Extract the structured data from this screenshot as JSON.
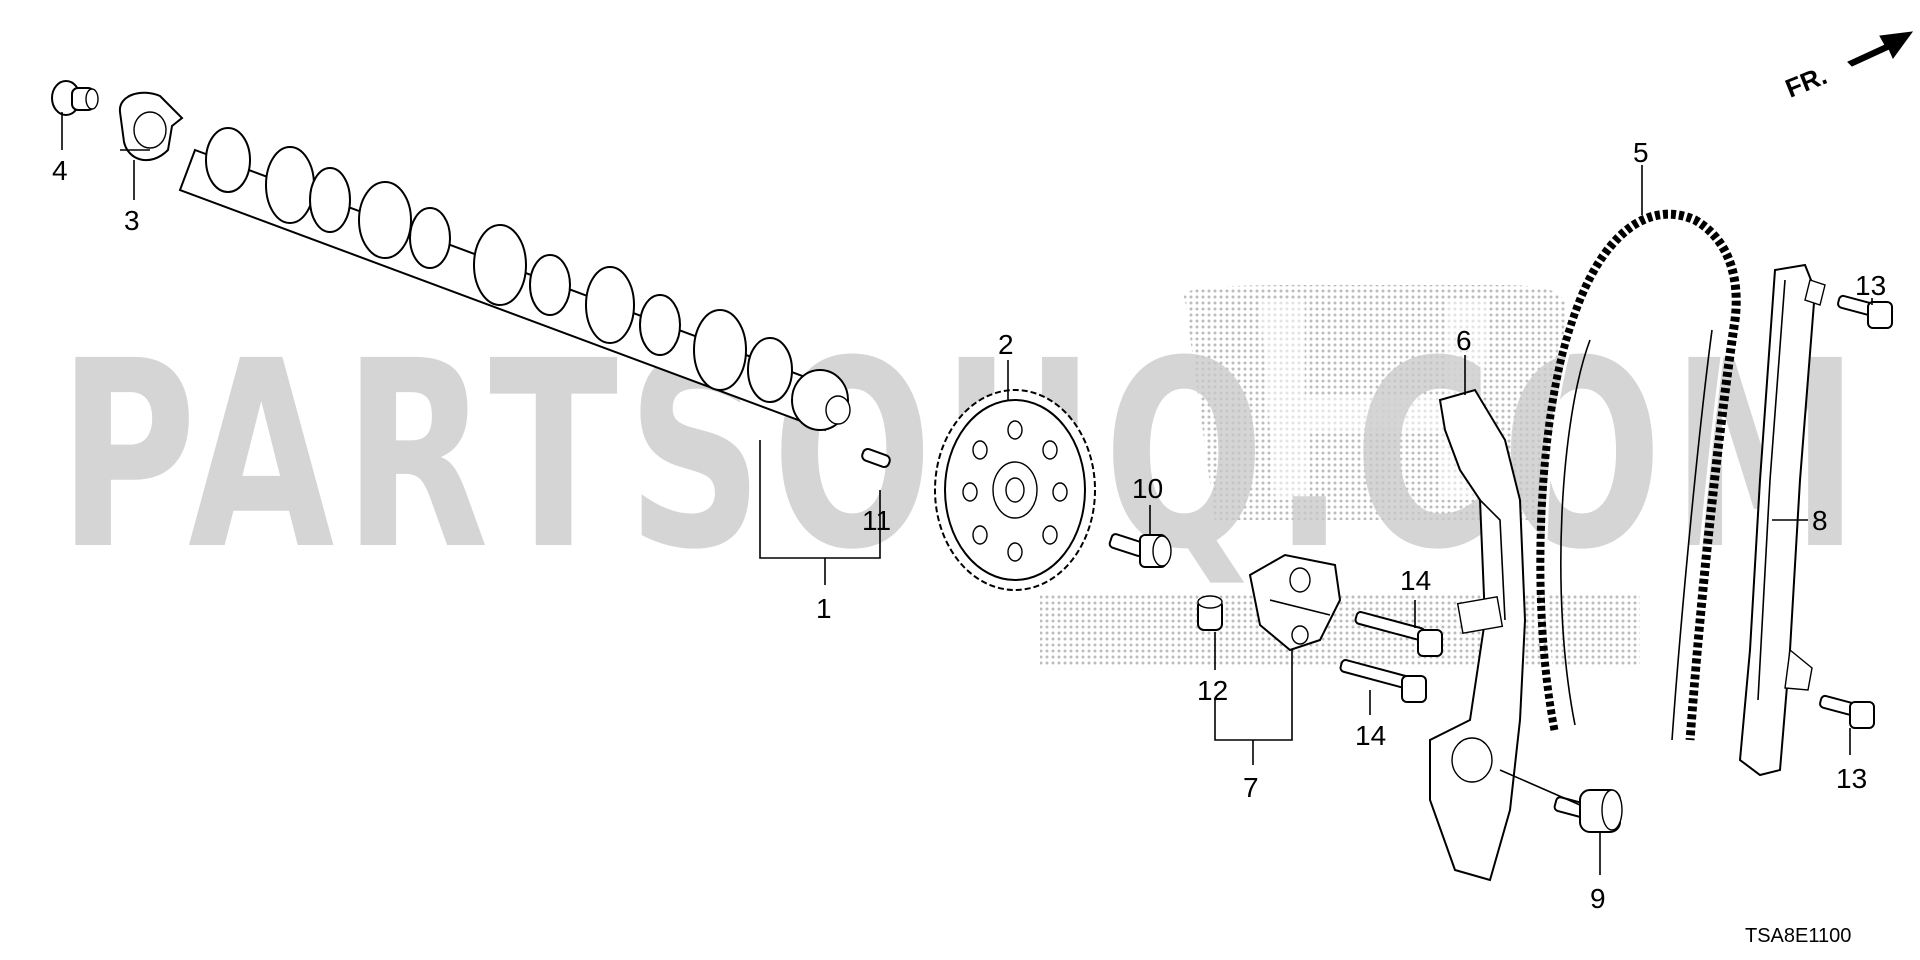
{
  "watermark": {
    "brand_text": "PARTSOUQ.COM"
  },
  "direction_marker": {
    "label": "FR.",
    "icon": "arrow-right-icon"
  },
  "callouts": [
    {
      "id": "4",
      "label": "4"
    },
    {
      "id": "3",
      "label": "3"
    },
    {
      "id": "1",
      "label": "1"
    },
    {
      "id": "11",
      "label": "11"
    },
    {
      "id": "2",
      "label": "2"
    },
    {
      "id": "10",
      "label": "10"
    },
    {
      "id": "12",
      "label": "12"
    },
    {
      "id": "14a",
      "label": "14"
    },
    {
      "id": "14b",
      "label": "14"
    },
    {
      "id": "7",
      "label": "7"
    },
    {
      "id": "6",
      "label": "6"
    },
    {
      "id": "5",
      "label": "5"
    },
    {
      "id": "8",
      "label": "8"
    },
    {
      "id": "13a",
      "label": "13"
    },
    {
      "id": "13b",
      "label": "13"
    },
    {
      "id": "9",
      "label": "9"
    }
  ],
  "drawing_code": "TSA8E1100",
  "colors": {
    "watermark": "#c9c9c9",
    "logo_dots": "#b5b5b5",
    "ink": "#000000"
  }
}
